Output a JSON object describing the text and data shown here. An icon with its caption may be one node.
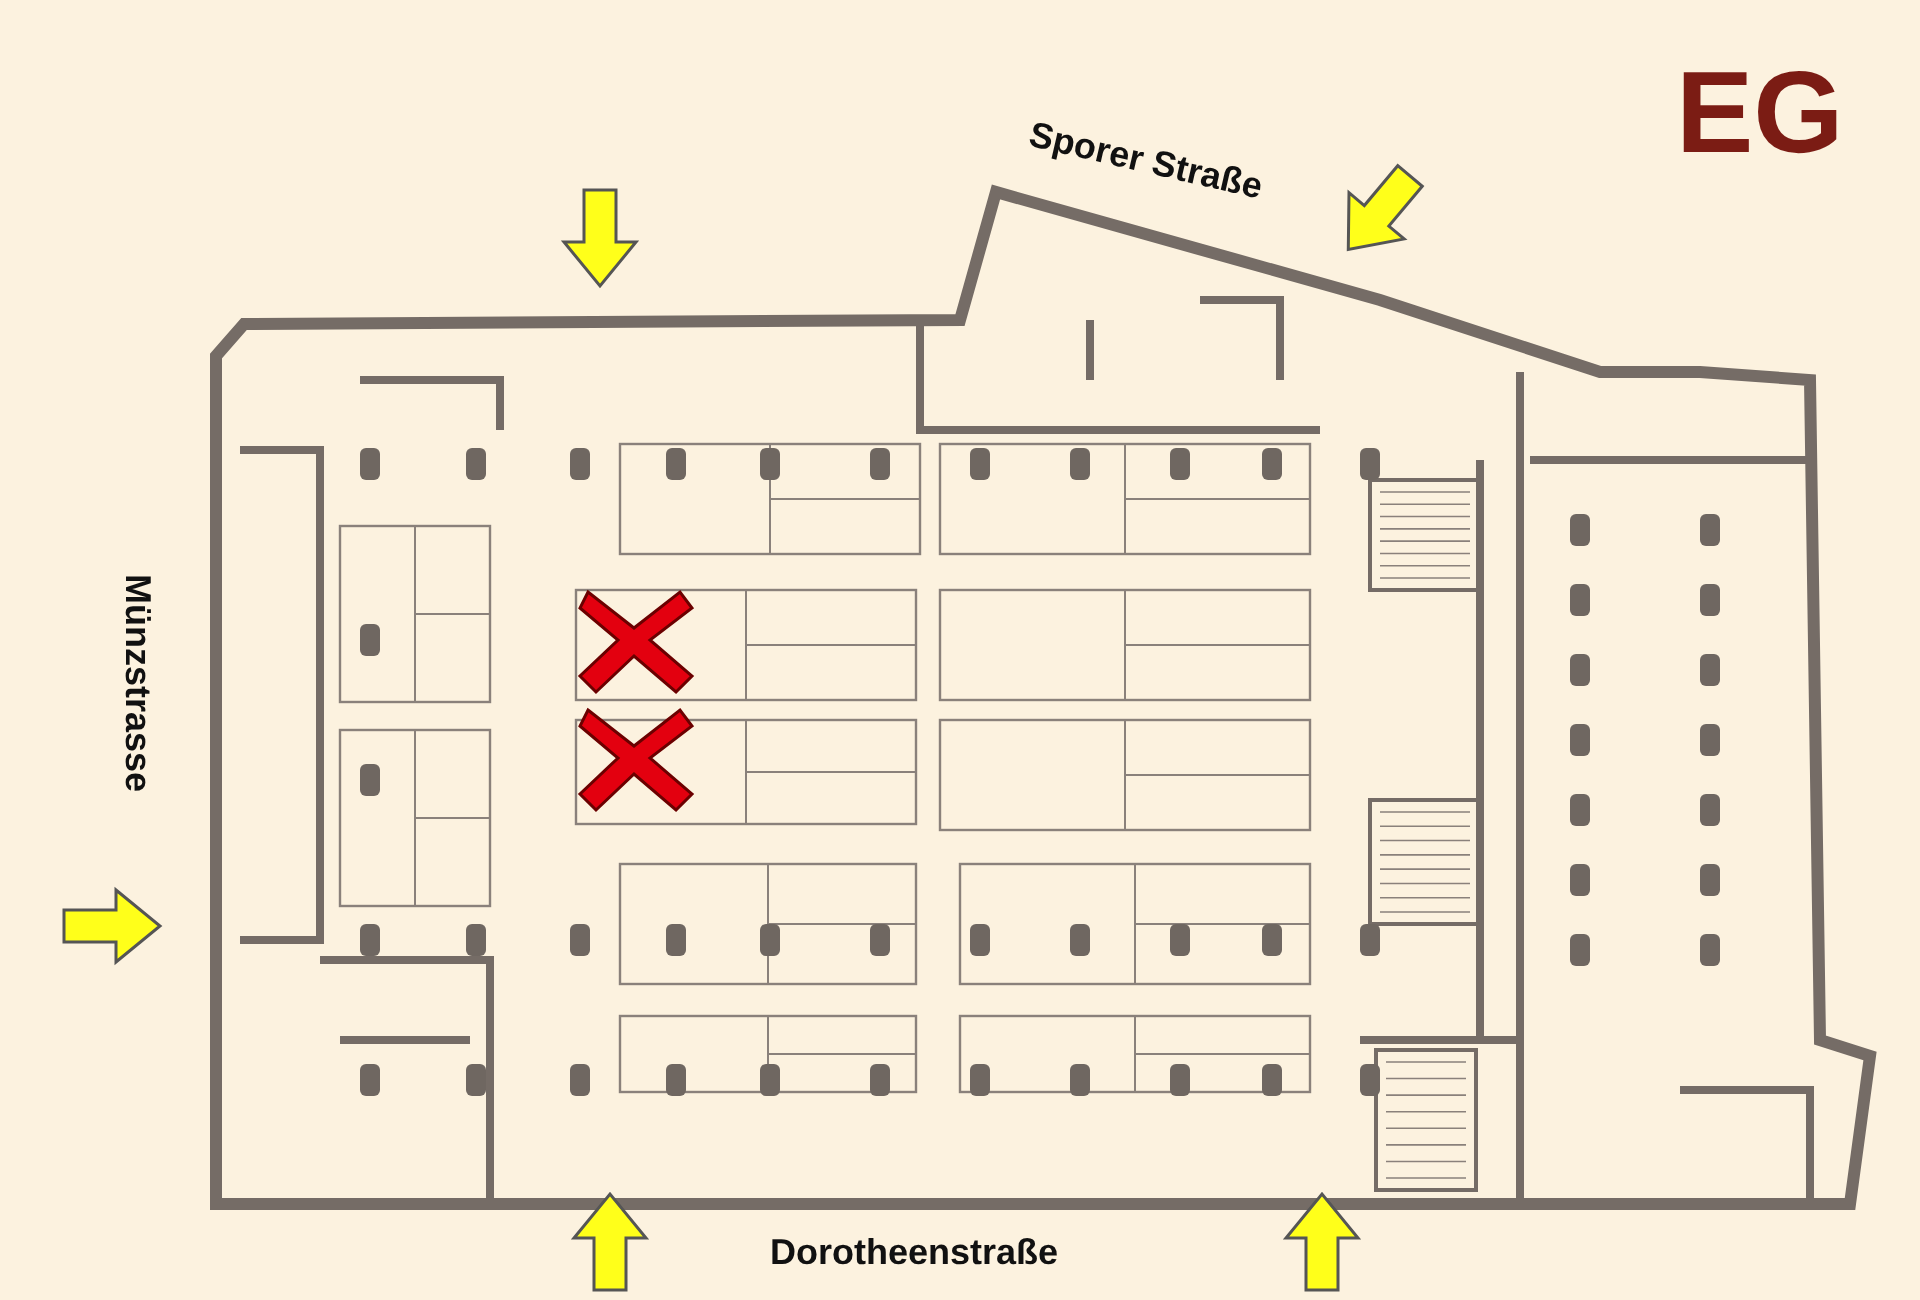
{
  "diagram": {
    "title": "EG",
    "labels": [
      "Sporer Straße",
      "Münzstrasse",
      "Dorotheenstraße"
    ]
  }
}
